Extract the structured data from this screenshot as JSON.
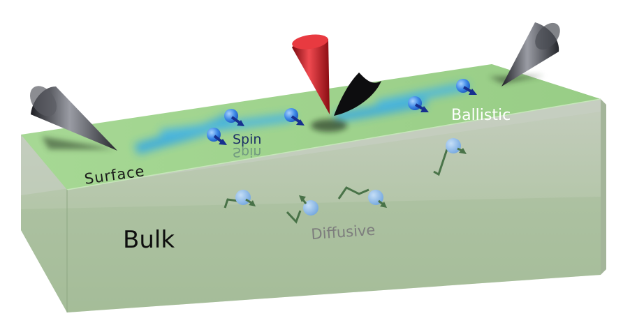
{
  "labels": {
    "surface": "Surface",
    "spin": "Spin",
    "ballistic": "Ballistic",
    "bulk": "Bulk",
    "diffusive": "Diffusive"
  },
  "colors": {
    "top_face": "#9fd38e",
    "front_face": "#b7c7ad",
    "side_face": "#9fb296",
    "spin_particle": "#3a86e6",
    "spin_arrow": "#17308f",
    "trail": "#33a7e6",
    "bulk_particle": "#7aaee8",
    "bulk_arrow": "#3e6a3e",
    "probe_dark": "#2b2d33",
    "probe_red": "#c4121a"
  },
  "icons": {
    "left_probe": "cone-probe-icon",
    "center_probe": "red-cone-probe-icon",
    "right_probe": "cone-probe-icon",
    "scissor_tip": "curved-tip-probe-icon"
  }
}
